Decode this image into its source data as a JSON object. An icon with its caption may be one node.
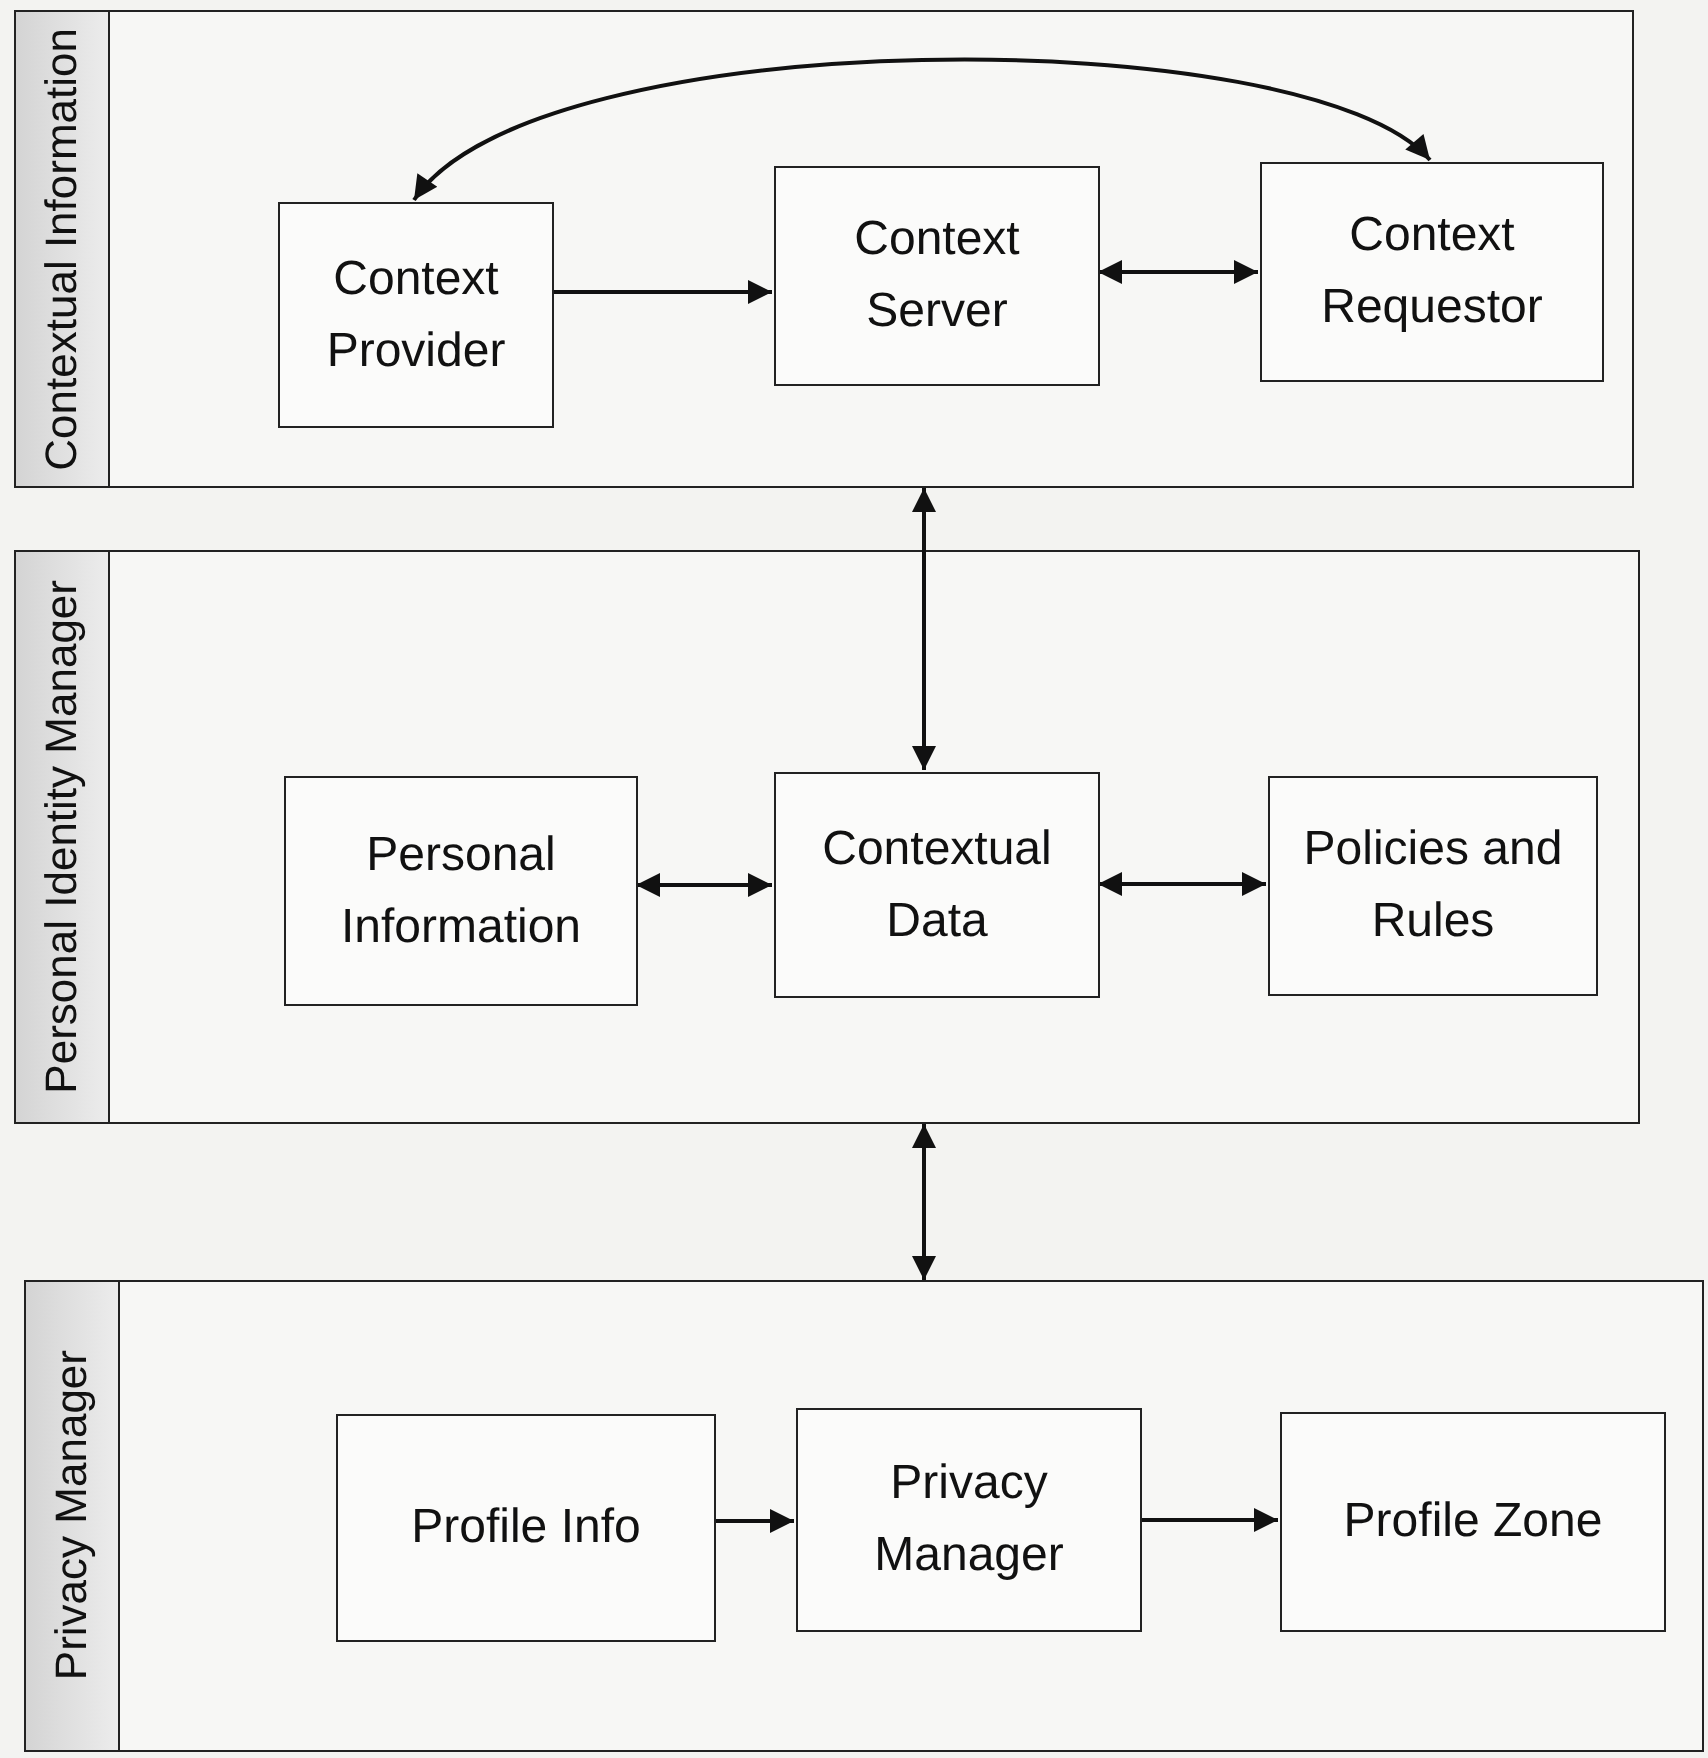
{
  "diagram": {
    "nodes": [
      {
        "text": [
          "Contextual Information"
        ]
      },
      {
        "text": [
          "Context Provider"
        ],
        "in": 0
      },
      {
        "text": [
          "Context Server"
        ],
        "in": 0
      },
      {
        "text": [
          "Context Requestor"
        ],
        "in": 0
      },
      {
        "text": [
          "Personal Identity Manager"
        ]
      },
      {
        "text": [
          "Personal Information"
        ],
        "in": 4
      },
      {
        "text": [
          "Contextual Data"
        ],
        "in": 4
      },
      {
        "text": [
          "Policies and Rules"
        ],
        "in": 4
      },
      {
        "text": [
          "Privacy Manager"
        ]
      },
      {
        "text": [
          "Profile Info"
        ],
        "in": 8
      },
      {
        "text": [
          "Privacy Manager"
        ],
        "in": 8
      },
      {
        "text": [
          "Profile Zone"
        ],
        "in": 8
      }
    ],
    "edges": [
      {
        "from": 1,
        "to": 3,
        "arrow": "both"
      },
      {
        "from": 1,
        "to": 2,
        "arrow": "to"
      },
      {
        "from": 2,
        "to": 3,
        "arrow": "both"
      },
      {
        "from": 0,
        "to": 6,
        "arrow": "both"
      },
      {
        "from": 5,
        "to": 6,
        "arrow": "both"
      },
      {
        "from": 6,
        "to": 7,
        "arrow": "both"
      },
      {
        "from": 4,
        "to": 8,
        "arrow": "both"
      },
      {
        "from": 9,
        "to": 10,
        "arrow": "to"
      },
      {
        "from": 10,
        "to": 11,
        "arrow": "to"
      }
    ]
  }
}
